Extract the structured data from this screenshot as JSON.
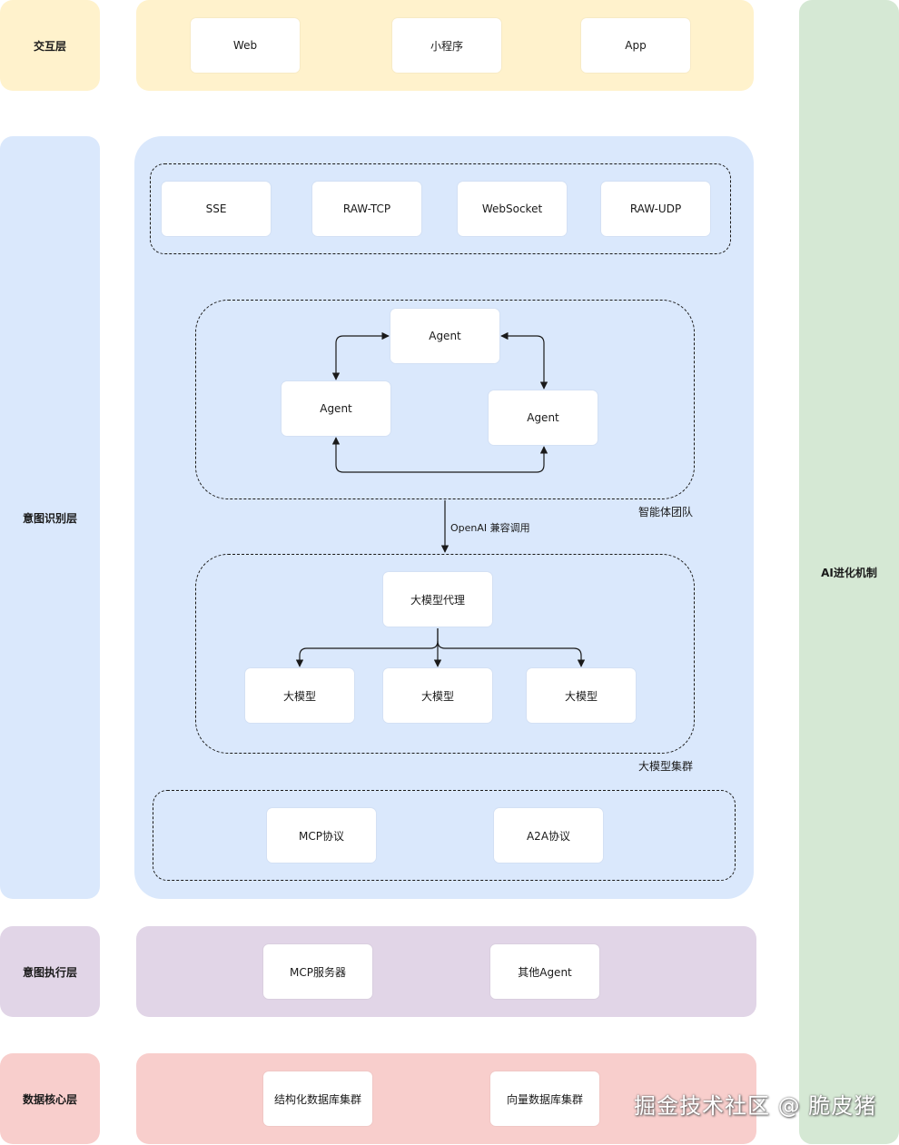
{
  "layers": {
    "interaction": "交互层",
    "intent_recognition": "意图识别层",
    "intent_execution": "意图执行层",
    "data_core": "数据核心层",
    "ai_evolution": "AI进化机制"
  },
  "interaction_nodes": [
    "Web",
    "小程序",
    "App"
  ],
  "protocol_nodes": [
    "SSE",
    "RAW-TCP",
    "WebSocket",
    "RAW-UDP"
  ],
  "agent_team": {
    "agents": [
      "Agent",
      "Agent",
      "Agent"
    ],
    "label": "智能体团队"
  },
  "call_label": "OpenAI 兼容调用",
  "model_cluster": {
    "proxy": "大模型代理",
    "models": [
      "大模型",
      "大模型",
      "大模型"
    ],
    "label": "大模型集群"
  },
  "agent_protocols": [
    "MCP协议",
    "A2A协议"
  ],
  "execution_nodes": [
    "MCP服务器",
    "其他Agent"
  ],
  "data_nodes": [
    "结构化数据库集群",
    "向量数据库集群"
  ],
  "watermark": "掘金技术社区 @ 脆皮猪"
}
